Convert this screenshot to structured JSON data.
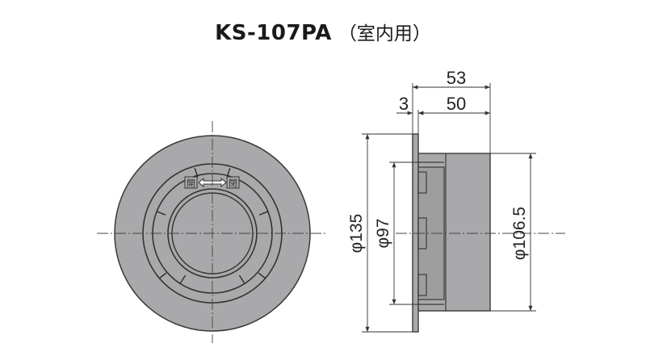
{
  "title": {
    "model": "KS-107PA",
    "usage": "（室内用）"
  },
  "front_view": {
    "markings": {
      "left": "開",
      "right": "閉"
    }
  },
  "side_view": {
    "dimensions": {
      "overall_length": "53",
      "body_length": "50",
      "flange_thickness": "3",
      "flange_diameter": "φ135",
      "inner_diameter": "φ97",
      "body_diameter": "φ106.5"
    }
  },
  "colors": {
    "body": "#a9a9ab",
    "outline": "#3a3a3a",
    "line": "#333333"
  }
}
